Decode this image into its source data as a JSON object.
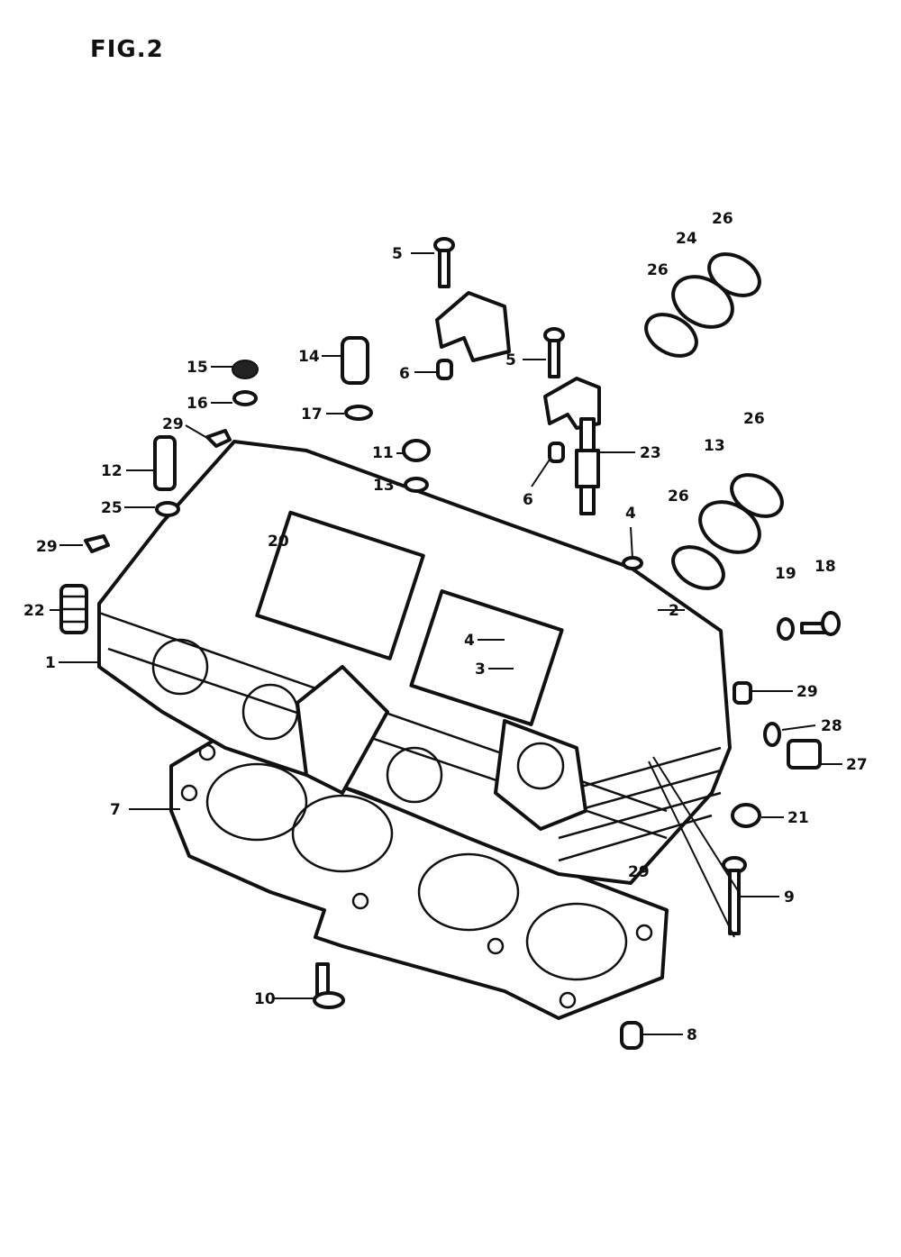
{
  "figure": {
    "title": "FIG.2"
  },
  "callouts": [
    {
      "id": "c5a",
      "text": "5"
    },
    {
      "id": "c26a",
      "text": "26"
    },
    {
      "id": "c24",
      "text": "24"
    },
    {
      "id": "c26b",
      "text": "26"
    },
    {
      "id": "c15",
      "text": "15"
    },
    {
      "id": "c14",
      "text": "14"
    },
    {
      "id": "c6a",
      "text": "6"
    },
    {
      "id": "c5b",
      "text": "5"
    },
    {
      "id": "c16",
      "text": "16"
    },
    {
      "id": "c17",
      "text": "17"
    },
    {
      "id": "c29a",
      "text": "29"
    },
    {
      "id": "c11",
      "text": "11"
    },
    {
      "id": "c23",
      "text": "23"
    },
    {
      "id": "c26c",
      "text": "26"
    },
    {
      "id": "c12",
      "text": "12"
    },
    {
      "id": "c13a",
      "text": "13"
    },
    {
      "id": "c25",
      "text": "25"
    },
    {
      "id": "c13b",
      "text": "13"
    },
    {
      "id": "c6b",
      "text": "6"
    },
    {
      "id": "c26d",
      "text": "26"
    },
    {
      "id": "c4a",
      "text": "4"
    },
    {
      "id": "c29b",
      "text": "29"
    },
    {
      "id": "c20",
      "text": "20"
    },
    {
      "id": "c19",
      "text": "19"
    },
    {
      "id": "c18",
      "text": "18"
    },
    {
      "id": "c22",
      "text": "22"
    },
    {
      "id": "c2",
      "text": "2"
    },
    {
      "id": "c1",
      "text": "1"
    },
    {
      "id": "c4b",
      "text": "4"
    },
    {
      "id": "c3",
      "text": "3"
    },
    {
      "id": "c29c",
      "text": "29"
    },
    {
      "id": "c28",
      "text": "28"
    },
    {
      "id": "c27",
      "text": "27"
    },
    {
      "id": "c7",
      "text": "7"
    },
    {
      "id": "c21",
      "text": "21"
    },
    {
      "id": "c29d",
      "text": "29"
    },
    {
      "id": "c9",
      "text": "9"
    },
    {
      "id": "c10",
      "text": "10"
    },
    {
      "id": "c8",
      "text": "8"
    }
  ]
}
